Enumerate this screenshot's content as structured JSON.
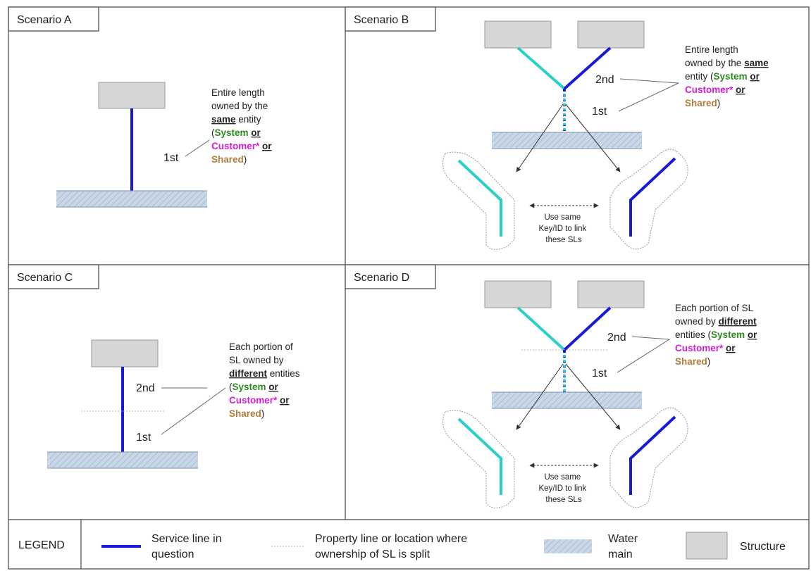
{
  "scenarios": {
    "a": {
      "title": "Scenario A",
      "order_1": "1st",
      "note": {
        "line1": "Entire length",
        "line2": "owned by the",
        "emph": "same",
        "line3b": " entity",
        "system": "System",
        "or1": "or",
        "customer": "Customer*",
        "or2": "or",
        "shared": "Shared",
        "close": ")",
        "open": "("
      }
    },
    "b": {
      "title": "Scenario B",
      "order_1": "1st",
      "order_2": "2nd",
      "note": {
        "line1": "Entire length",
        "line2": "owned by the",
        "emph": "same",
        "line3": "entity",
        "system": "System",
        "or1": "or",
        "customer": "Customer*",
        "or2": "or",
        "shared": "Shared",
        "close": ")",
        "open": "("
      },
      "link_note": {
        "line1": "Use same",
        "line2": "Key/ID to link",
        "line3": "these SLs"
      }
    },
    "c": {
      "title": "Scenario C",
      "order_1": "1st",
      "order_2": "2nd",
      "note": {
        "line1": "Each portion of",
        "line2": "SL owned by",
        "emph": "different",
        "line3b": " entities",
        "system": "System",
        "or1": "or",
        "customer": "Customer*",
        "or2": "or",
        "shared": "Shared",
        "close": ")",
        "open": "("
      }
    },
    "d": {
      "title": "Scenario D",
      "order_1": "1st",
      "order_2": "2nd",
      "note": {
        "line1": "Each portion of SL",
        "line2": "owned by",
        "emph": "different",
        "line3": "entities",
        "system": "System",
        "or1": "or",
        "customer": "Customer*",
        "or2": "or",
        "shared": "Shared",
        "close": ")",
        "open": "("
      },
      "link_note": {
        "line1": "Use same",
        "line2": "Key/ID to link",
        "line3": "these SLs"
      }
    }
  },
  "legend": {
    "title": "LEGEND",
    "service_line": {
      "line1": "Service line in",
      "line2": "question"
    },
    "property_line": {
      "line1": "Property line or location where",
      "line2": "ownership of SL is split"
    },
    "water_main": {
      "line1": "Water",
      "line2": "main"
    },
    "structure": "Structure"
  },
  "colors": {
    "service_line": "#1a1ad6",
    "service_line_alt": "#2ad0c8",
    "water_main": "#c9d8e8",
    "structure": "#d6d6d6",
    "system": "#2e8b22",
    "customer": "#d11fd1",
    "shared": "#b07d3c"
  }
}
